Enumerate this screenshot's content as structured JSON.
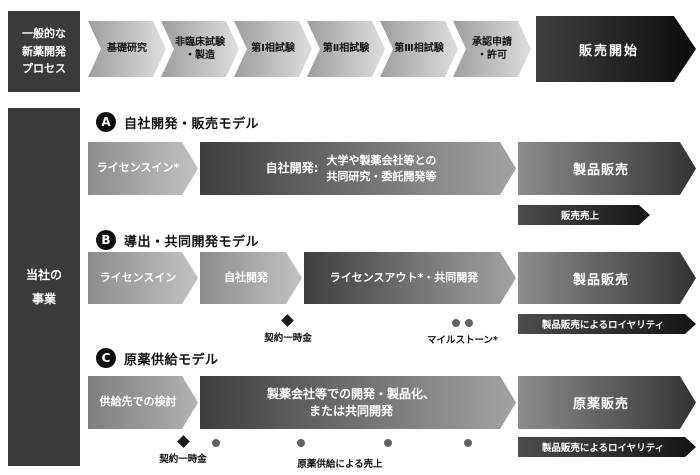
{
  "process": {
    "label": "一般的な\n新薬開発\nプロセス",
    "steps": [
      "基礎研究",
      "非臨床試験\n・製造",
      "第Ⅰ相試験",
      "第Ⅱ相試験",
      "第Ⅲ相試験",
      "承認申請\n・許可"
    ],
    "final": "販売開始"
  },
  "sidebar": {
    "label": "当社の\n事業"
  },
  "model_a": {
    "badge": "A",
    "title": "自社開発・販売モデル",
    "license_in": "ライセンスイン*",
    "development_prefix": "自社開発:",
    "development_detail": "大学や製薬会社等との\n共同研究・委託開発等",
    "sales": "製品販売",
    "revenue": "販売売上"
  },
  "model_b": {
    "badge": "B",
    "title": "導出・共同開発モデル",
    "license_in": "ライセンスイン",
    "development": "自社開発",
    "license_out": "ライセンスアウト*・共同開発",
    "sales": "製品販売",
    "lump_sum": "契約一時金",
    "milestone": "マイルストーン*",
    "royalty": "製品販売によるロイヤリティ"
  },
  "model_c": {
    "badge": "C",
    "title": "原薬供給モデル",
    "consideration": "供給先での検討",
    "development": "製薬会社等での開発・製品化、\nまたは共同開発",
    "sales": "原薬販売",
    "lump_sum": "契約一時金",
    "supply_revenue": "原薬供給による売上",
    "royalty": "製品販売によるロイヤリティ"
  }
}
